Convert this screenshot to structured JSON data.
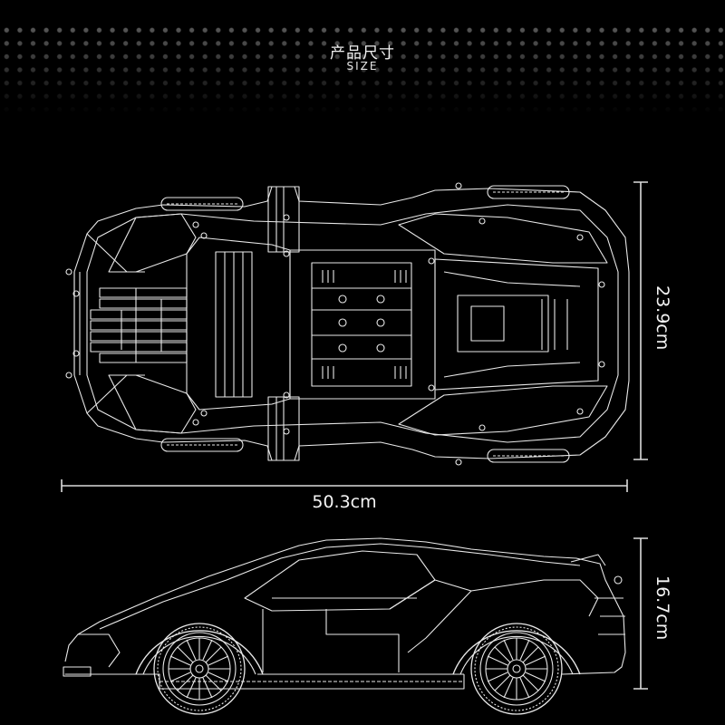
{
  "header": {
    "title_cn": "产品尺寸",
    "title_en": "SIZE"
  },
  "dimensions": {
    "width": {
      "value": "23.9cm",
      "orientation": "vertical",
      "view": "top"
    },
    "length": {
      "value": "50.3cm",
      "orientation": "horizontal",
      "view": "top"
    },
    "height": {
      "value": "16.7cm",
      "orientation": "vertical",
      "view": "side"
    }
  },
  "illustrations": {
    "top_view": "car-top-view-line-drawing",
    "side_view": "car-side-view-line-drawing"
  },
  "colors": {
    "background": "#000000",
    "line": "#e8e8e8",
    "text": "#f4f4f4"
  }
}
